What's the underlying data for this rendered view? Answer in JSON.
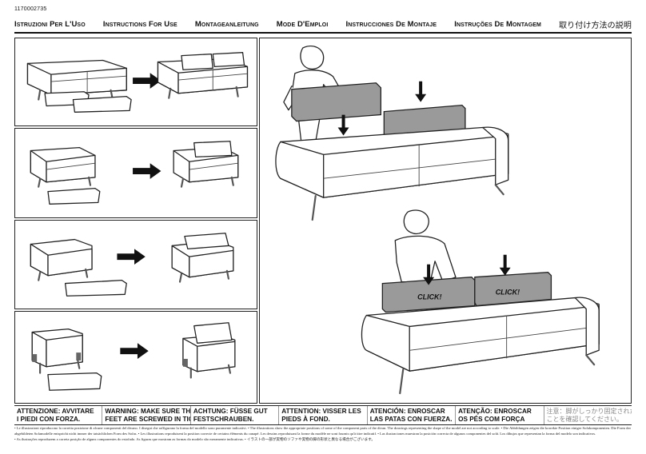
{
  "document_code": "1170002735",
  "titles": [
    "Istruzioni Per L'Uso",
    "Instructions For Use",
    "Montageanleitung",
    "Mode D'Emploi",
    "Instrucciones De Montaje",
    "Instruções De Montagem",
    "取り付け方法の説明"
  ],
  "warnings": [
    {
      "line1": "ATTENZIONE: AVVITARE",
      "line2": "I PIEDI CON FORZA."
    },
    {
      "line1": "WARNING: MAKE SURE THE",
      "line2": "FEET ARE SCREWED IN TIGHTLY."
    },
    {
      "line1": "ACHTUNG: FÜSSE GUT",
      "line2": "FESTSCHRAUBEN."
    },
    {
      "line1": "ATTENTION: VISSER LES",
      "line2": "PIEDS À FOND."
    },
    {
      "line1": "ATENCIÓN: ENROSCAR",
      "line2": "LAS PATAS CON FUERZA."
    },
    {
      "line1": "ATENÇÃO: ENROSCAR",
      "line2": "OS PÉS COM FORÇA"
    },
    {
      "line1": "注意：脚がしっかり固定された",
      "line2": "ことを確認してください。"
    }
  ],
  "disclaimer": {
    "line1": "• Le illustrazioni riproducono la corretta posizione di alcune componenti del divano. I disegni che raffigurano la forma del modello sono puramente indicativi. • The illustrations show the appropriate positions of some of the component parts of the divan. The drawings representing the shape of the model are not according to scale. • Die Abbildungen zeigen die korrekte Position einiger Sofakomponenten. Die Form der",
    "line2": "abgebildeten Sofamodelle entspricht nicht immer der tatsächlichen Form des Sofas. • Les illustrations reproduisent la position correcte de certains éléments du canapé. Les dessins reproduisant la forme du modèle ne sont fournis qu'à titre indicatif. • Las ilustraciones muestran la posición correcta de algunos componentes del sofá. Los dibujos que representan la forma del modelo son indicativos.",
    "line3": "• As ilustrações reproduzem a correta posição de alguns componentes do estofado. As figuras que mostram as formas do modelo são meramente indicativas. • イラストの一部が実物のソファや実物の脚の形状と異なる場合がございます。"
  },
  "click_labels": [
    "CLICK!",
    "CLICK!"
  ]
}
